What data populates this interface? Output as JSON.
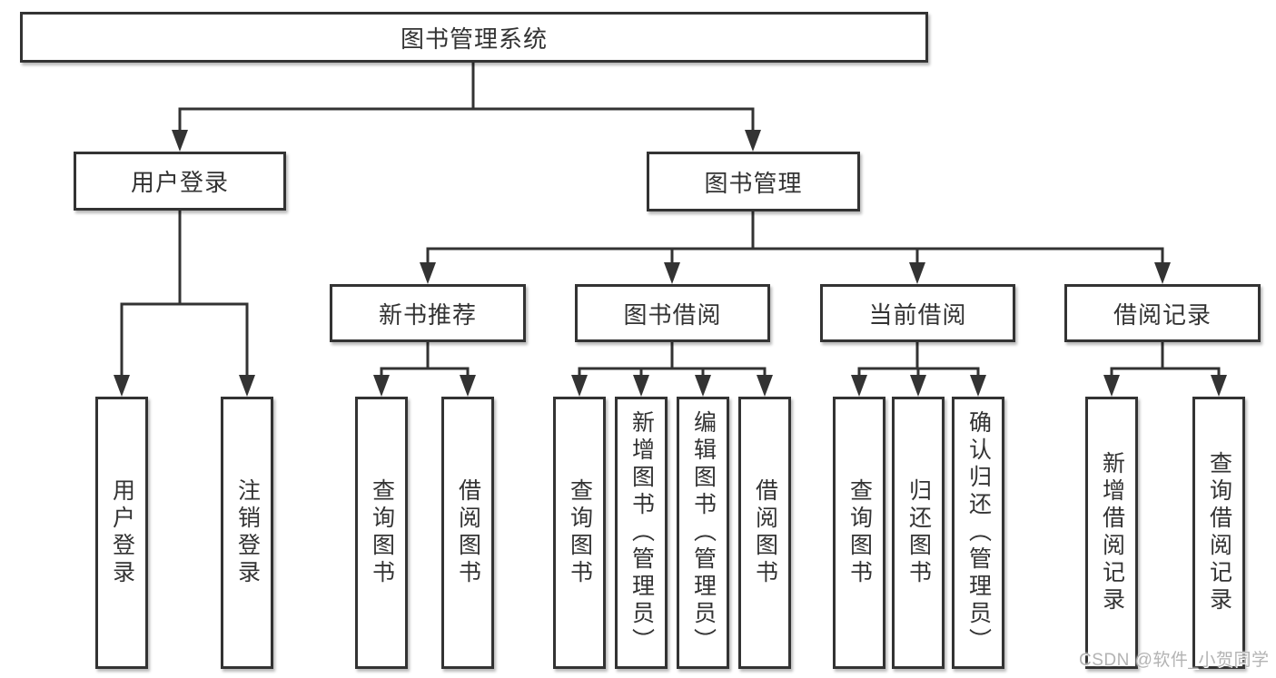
{
  "title": "图书管理系统",
  "tree": {
    "label": "图书管理系统",
    "children": [
      {
        "label": "用户登录",
        "children": [
          {
            "label": "用户登录"
          },
          {
            "label": "注销登录"
          }
        ]
      },
      {
        "label": "图书管理",
        "children": [
          {
            "label": "新书推荐",
            "children": [
              {
                "label": "查询图书"
              },
              {
                "label": "借阅图书"
              }
            ]
          },
          {
            "label": "图书借阅",
            "children": [
              {
                "label": "查询图书"
              },
              {
                "label": "新增图书（管理员）"
              },
              {
                "label": "编辑图书（管理员）"
              },
              {
                "label": "借阅图书"
              }
            ]
          },
          {
            "label": "当前借阅",
            "children": [
              {
                "label": "查询图书"
              },
              {
                "label": "归还图书"
              },
              {
                "label": "确认归还（管理员）"
              }
            ]
          },
          {
            "label": "借阅记录",
            "children": [
              {
                "label": "新增借阅记录"
              },
              {
                "label": "查询借阅记录"
              }
            ]
          }
        ]
      }
    ]
  },
  "watermark": {
    "text": "CSDN @软件_小贺同学"
  },
  "colors": {
    "line": "#333333",
    "text": "#333333",
    "box_background": "#ffffff",
    "page_background": "#ffffff",
    "watermark": "#b3b3b3"
  }
}
